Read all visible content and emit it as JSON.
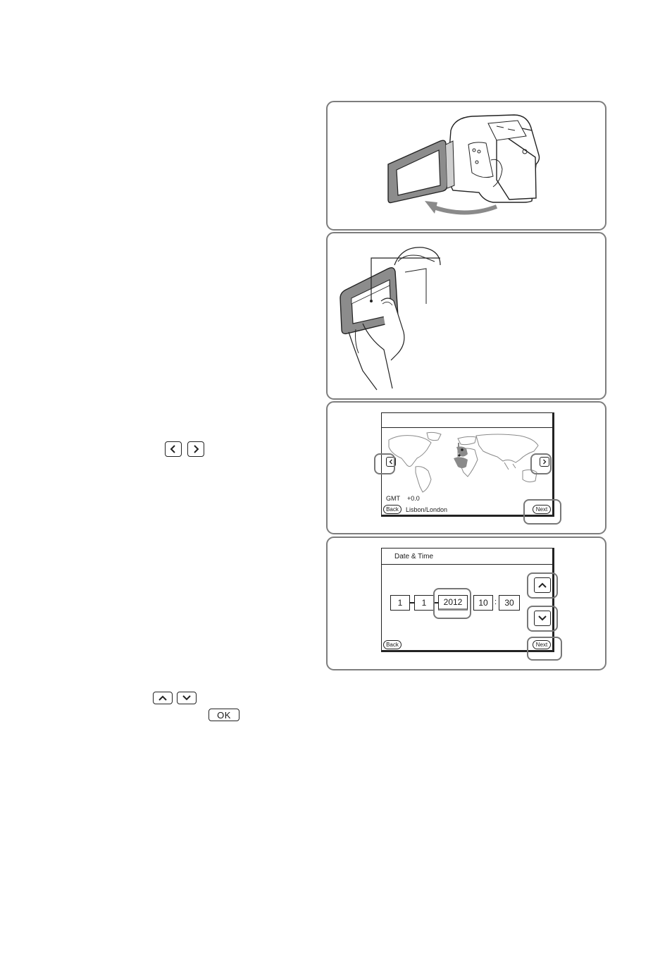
{
  "inline_buttons": {
    "prev_icon": "chevron-left-icon",
    "next_icon": "chevron-right-icon",
    "up_icon": "chevron-up-icon",
    "down_icon": "chevron-down-icon",
    "ok_label": "OK"
  },
  "area_screen": {
    "gmt_label": "GMT",
    "gmt_value": "+0.0",
    "back_label": "Back",
    "area_name": "Lisbon/London",
    "next_label": "Next"
  },
  "datetime_screen": {
    "title": "Date & Time",
    "month": "1",
    "day": "1",
    "year": "2012",
    "hour": "10",
    "minute": "30",
    "back_label": "Back",
    "next_label": "Next"
  },
  "colors": {
    "panel_border": "#7d7d7d",
    "highlight": "#777777",
    "map_land": "#8a8a8a"
  }
}
